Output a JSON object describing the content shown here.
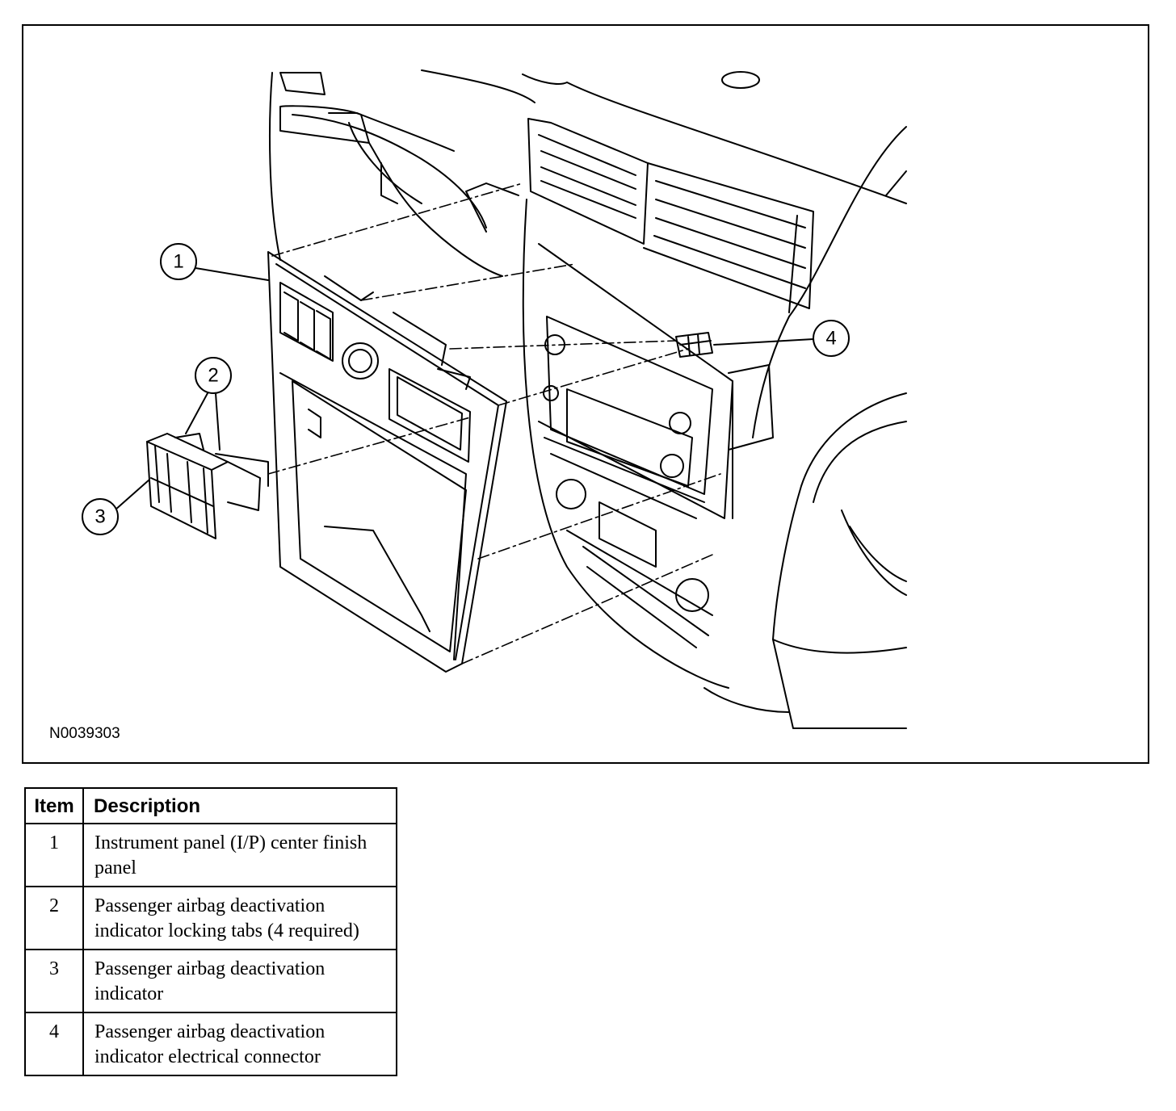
{
  "figure": {
    "id": "N0039303",
    "callouts": [
      "1",
      "2",
      "3",
      "4"
    ]
  },
  "legend": {
    "headers": {
      "item": "Item",
      "description": "Description"
    },
    "rows": [
      {
        "item": "1",
        "description": "Instrument panel (I/P) center finish panel"
      },
      {
        "item": "2",
        "description": "Passenger airbag deactivation indicator locking tabs (4 required)"
      },
      {
        "item": "3",
        "description": "Passenger airbag deactivation indicator"
      },
      {
        "item": "4",
        "description": "Passenger airbag deactivation indicator electrical connector"
      }
    ]
  }
}
